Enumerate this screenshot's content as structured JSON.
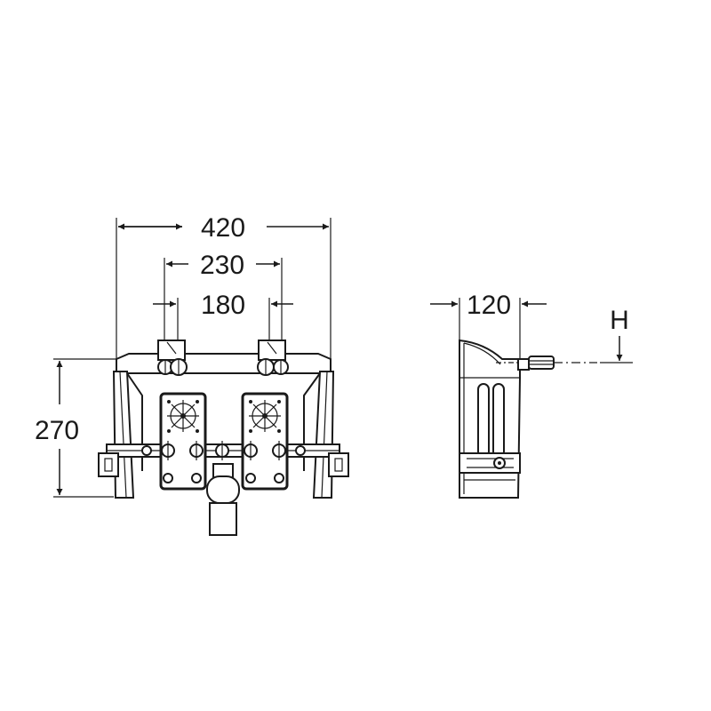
{
  "dimensions": {
    "overall_width": "420",
    "inlet_spacing_outer": "230",
    "inlet_spacing_inner": "180",
    "height": "270",
    "depth": "120",
    "outlet_height_label": "H"
  }
}
